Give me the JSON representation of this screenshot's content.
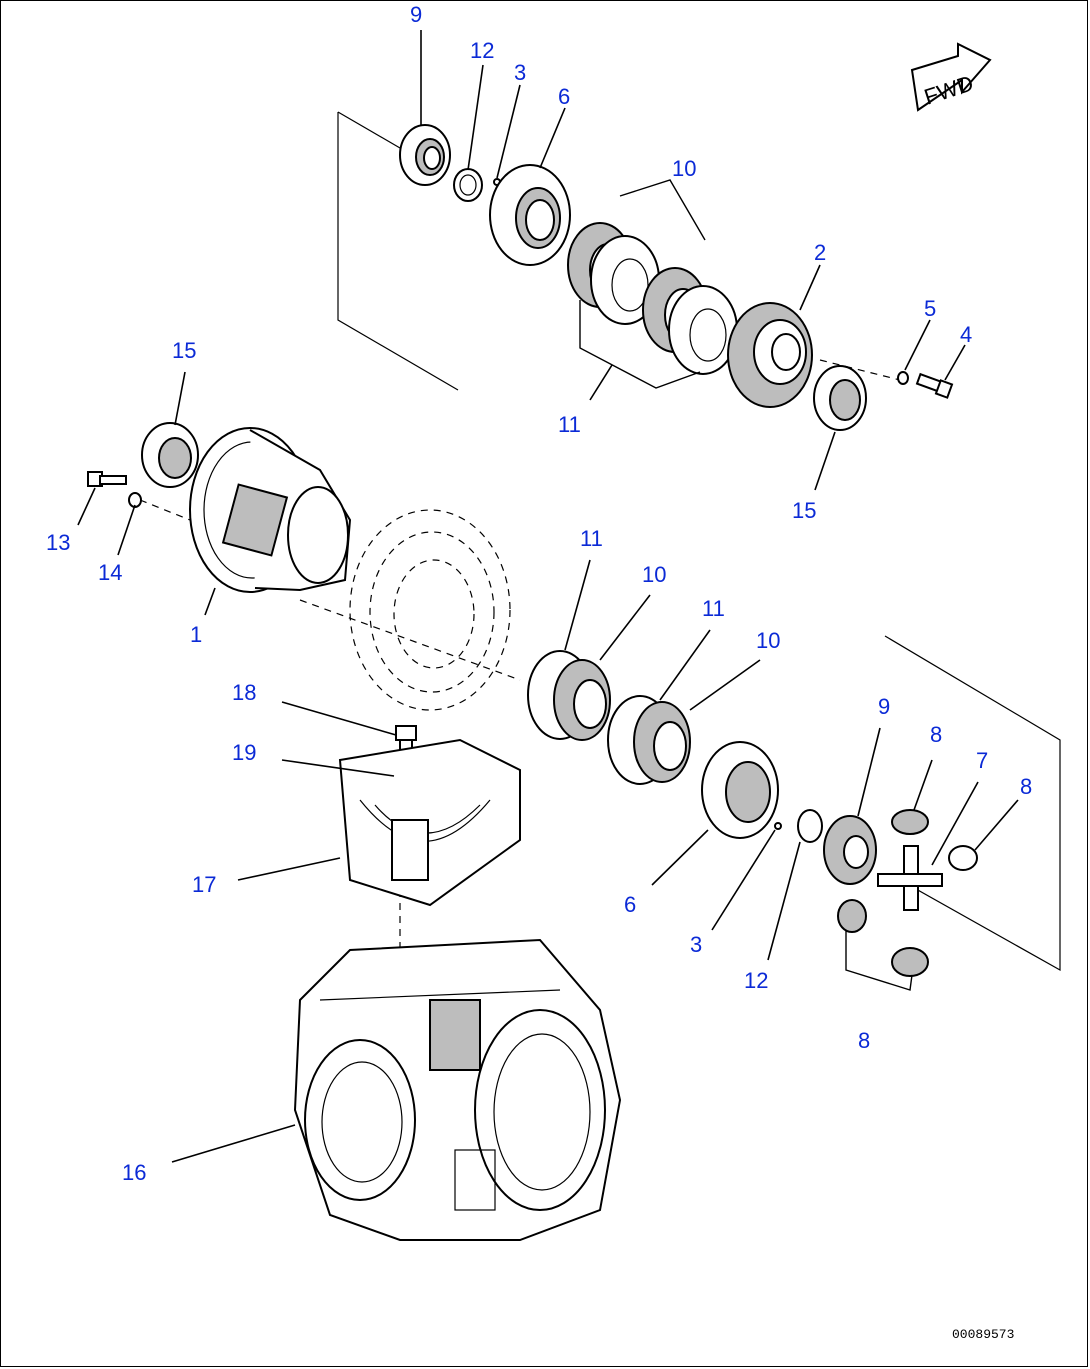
{
  "drawing": {
    "fwd_label": "FWD",
    "drawing_code": "00089573"
  },
  "callouts": [
    {
      "id": "c9a",
      "text": "9"
    },
    {
      "id": "c12a",
      "text": "12"
    },
    {
      "id": "c3a",
      "text": "3"
    },
    {
      "id": "c6a",
      "text": "6"
    },
    {
      "id": "c10a",
      "text": "10"
    },
    {
      "id": "c2",
      "text": "2"
    },
    {
      "id": "c5",
      "text": "5"
    },
    {
      "id": "c4",
      "text": "4"
    },
    {
      "id": "c11a",
      "text": "11"
    },
    {
      "id": "c15a",
      "text": "15"
    },
    {
      "id": "c15b",
      "text": "15"
    },
    {
      "id": "c13",
      "text": "13"
    },
    {
      "id": "c14",
      "text": "14"
    },
    {
      "id": "c1",
      "text": "1"
    },
    {
      "id": "c11b",
      "text": "11"
    },
    {
      "id": "c10b",
      "text": "10"
    },
    {
      "id": "c11c",
      "text": "11"
    },
    {
      "id": "c10c",
      "text": "10"
    },
    {
      "id": "c18",
      "text": "18"
    },
    {
      "id": "c19",
      "text": "19"
    },
    {
      "id": "c17",
      "text": "17"
    },
    {
      "id": "c9b",
      "text": "9"
    },
    {
      "id": "c8a",
      "text": "8"
    },
    {
      "id": "c7",
      "text": "7"
    },
    {
      "id": "c8b",
      "text": "8"
    },
    {
      "id": "c6b",
      "text": "6"
    },
    {
      "id": "c3b",
      "text": "3"
    },
    {
      "id": "c12b",
      "text": "12"
    },
    {
      "id": "c8c",
      "text": "8"
    },
    {
      "id": "c16",
      "text": "16"
    }
  ]
}
